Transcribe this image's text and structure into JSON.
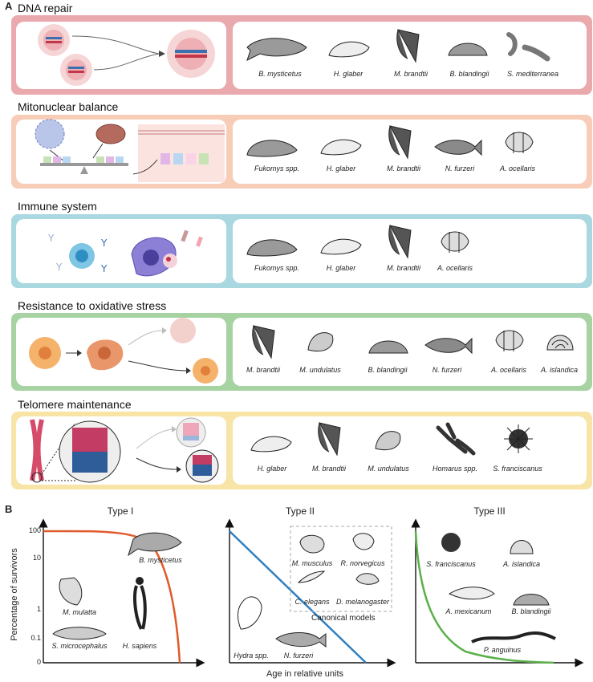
{
  "panelA": {
    "letter": "A",
    "sections": [
      {
        "title": "DNA repair",
        "species": [
          "B. mysticetus",
          "H. glaber",
          "M. brandtii",
          "B. blandingii",
          "S. mediterranea"
        ]
      },
      {
        "title": "Mitonuclear balance",
        "species": [
          "Fukomys spp.",
          "H. glaber",
          "M. brandtii",
          "N. furzeri",
          "A. ocellaris"
        ]
      },
      {
        "title": "Immune system",
        "species": [
          "Fukomys spp.",
          "H. glaber",
          "M. brandtii",
          "A. ocellaris"
        ]
      },
      {
        "title": "Resistance to oxidative stress",
        "species": [
          "M. brandtii",
          "M. undulatus",
          "B. blandingii",
          "N. furzeri",
          "A. ocellaris",
          "A. islandica"
        ]
      },
      {
        "title": "Telomere maintenance",
        "species": [
          "H. glaber",
          "M. brandtii",
          "M. undulatus",
          "Homarus spp.",
          "S. franciscanus"
        ]
      }
    ],
    "colors": {
      "band0": "#e9a9ad",
      "band1": "#f7cdb8",
      "band2": "#a9d8e1",
      "band3": "#a6d3a1",
      "band4": "#f8e4a6"
    }
  },
  "panelB": {
    "letter": "B",
    "ylabel": "Percentage of survivors",
    "xlabel": "Age in relative units",
    "yticks": [
      "100",
      "10",
      "1",
      "0.1",
      "0"
    ],
    "canonical_label": "Canonical models",
    "colors": {
      "type1": "#e05a2b",
      "type2": "#2f7fc1",
      "type3": "#5bb04a"
    }
  },
  "chart_data": [
    {
      "type": "line",
      "title": "Type I",
      "ylabel": "Percentage of survivors",
      "yscale": "log",
      "series": [
        {
          "x": [
            0,
            0.5,
            0.7,
            0.8,
            0.88,
            0.93,
            0.96
          ],
          "y": [
            100,
            90,
            40,
            8,
            1,
            0.1,
            0
          ]
        }
      ],
      "annotations": [
        "B. mysticetus",
        "M. mulatta",
        "H. sapiens",
        "S. microcephalus"
      ]
    },
    {
      "type": "line",
      "title": "Type II",
      "xlabel": "Age in relative units",
      "yscale": "log",
      "series": [
        {
          "x": [
            0,
            1
          ],
          "y": [
            100,
            0
          ]
        }
      ],
      "annotations": [
        "M. musculus",
        "R. norvegicus",
        "C. elegans",
        "D. melanogaster",
        "Hydra spp.",
        "N. furzeri"
      ]
    },
    {
      "type": "line",
      "title": "Type III",
      "yscale": "log",
      "series": [
        {
          "x": [
            0,
            0.05,
            0.1,
            0.2,
            0.4,
            1
          ],
          "y": [
            100,
            5,
            0.5,
            0.05,
            0.01,
            0
          ]
        }
      ],
      "annotations": [
        "S. franciscanus",
        "A. islandica",
        "A. mexicanum",
        "B. blandingii",
        "P. anguinus"
      ]
    }
  ]
}
